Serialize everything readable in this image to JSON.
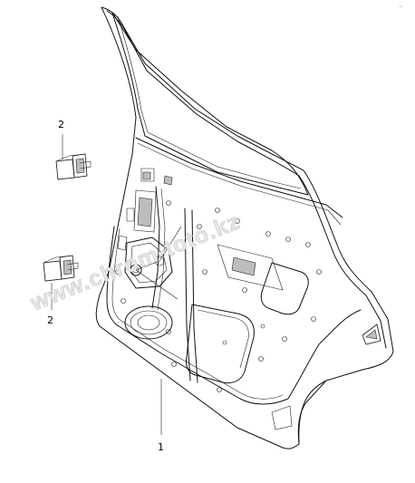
{
  "diagram": {
    "callouts": {
      "door_panel": "1",
      "clip_upper": "2",
      "clip_lower": "2"
    },
    "watermark": "www.chrom-toto.kz",
    "corner_mark": "~"
  }
}
